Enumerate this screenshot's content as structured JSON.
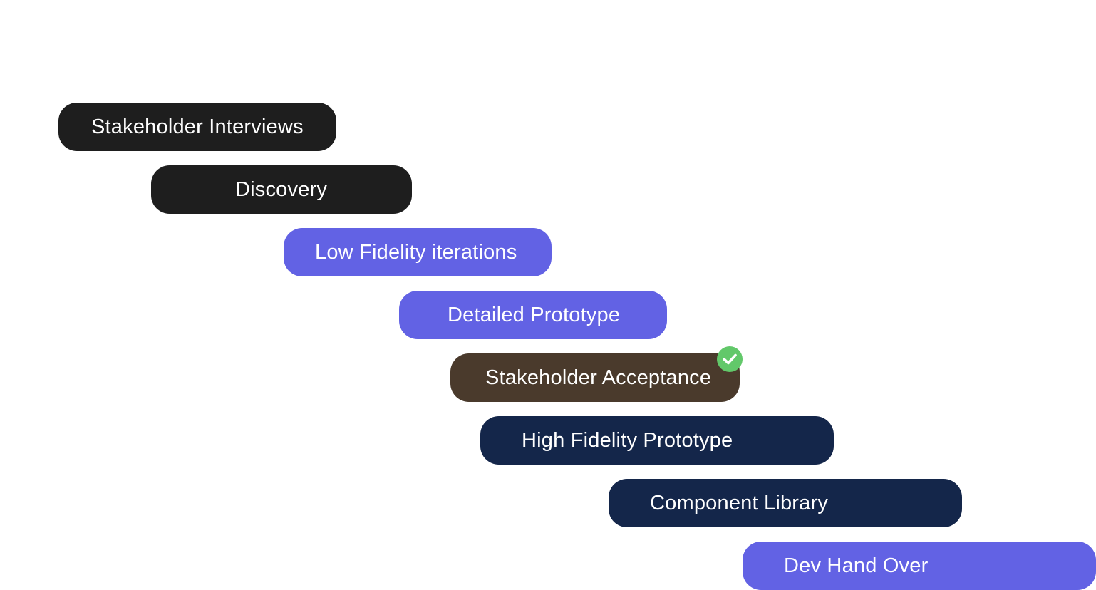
{
  "steps": [
    {
      "label": "Stakeholder Interviews",
      "style": "dark"
    },
    {
      "label": "Discovery",
      "style": "dark"
    },
    {
      "label": "Low Fidelity iterations",
      "style": "purple"
    },
    {
      "label": "Detailed Prototype",
      "style": "purple"
    },
    {
      "label": "Stakeholder Acceptance",
      "style": "brown",
      "completed": true,
      "badge_icon": "check-circle-icon"
    },
    {
      "label": "High Fidelity Prototype",
      "style": "navy"
    },
    {
      "label": "Component Library",
      "style": "navy"
    },
    {
      "label": "Dev Hand Over",
      "style": "purple"
    }
  ],
  "colors": {
    "dark": "#1e1e1e",
    "purple": "#6262e4",
    "brown": "#4a3a2c",
    "navy": "#14264a",
    "check": "#62c86a"
  }
}
